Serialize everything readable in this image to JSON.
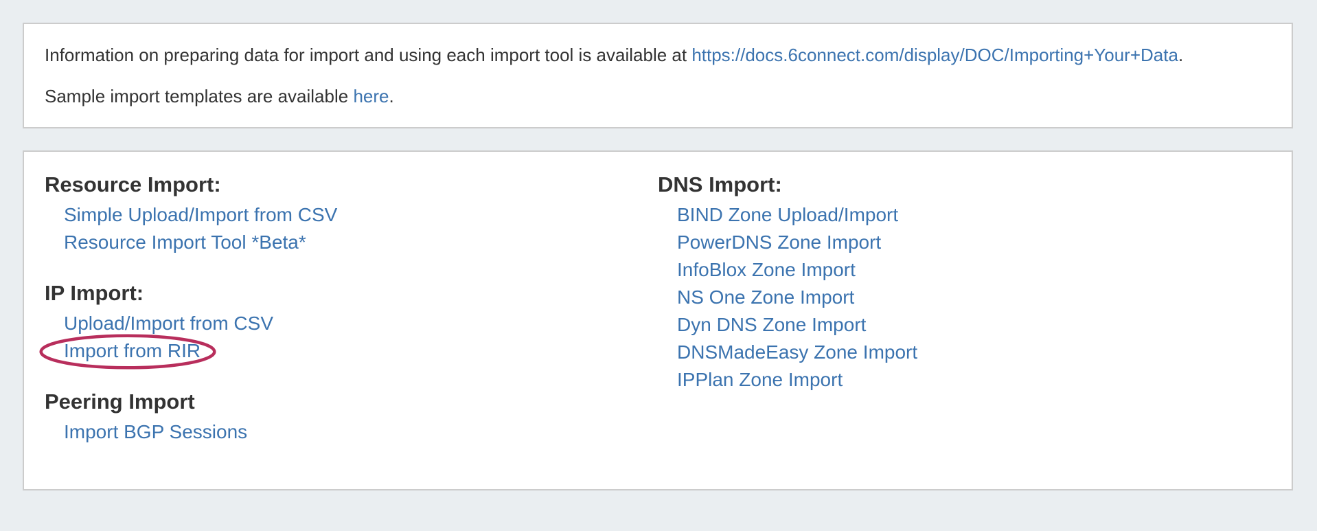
{
  "page": {
    "background_color": "#eaeef1",
    "link_color": "#3b73af",
    "annotation_color": "#b82e5c"
  },
  "info_box": {
    "line1": {
      "text_before_link": "Information on preparing data for import and using each import tool is available at ",
      "link": "https://docs.6connect.com/display/DOC/Importing+Your+Data",
      "text_after_link": "."
    },
    "line2": {
      "text_before_link": "Sample import templates are available ",
      "link": "here",
      "text_after_link": "."
    }
  },
  "import_box": {
    "left_column": {
      "sections": [
        {
          "heading": "Resource Import:",
          "links": [
            "Simple Upload/Import from CSV",
            "Resource Import Tool *Beta*"
          ]
        },
        {
          "heading": "IP Import:",
          "links": [
            "Upload/Import from CSV",
            "Import from RIR"
          ]
        },
        {
          "heading": "Peering Import",
          "links": [
            "Import BGP Sessions"
          ]
        }
      ]
    },
    "right_column": {
      "sections": [
        {
          "heading": "DNS Import:",
          "links": [
            "BIND Zone Upload/Import",
            "PowerDNS Zone Import",
            "InfoBlox Zone Import",
            "NS One Zone Import",
            "Dyn DNS Zone Import",
            "DNSMadeEasy Zone Import",
            "IPPlan Zone Import"
          ]
        }
      ]
    },
    "annotation": {
      "circled_link": "Import from RIR"
    }
  }
}
